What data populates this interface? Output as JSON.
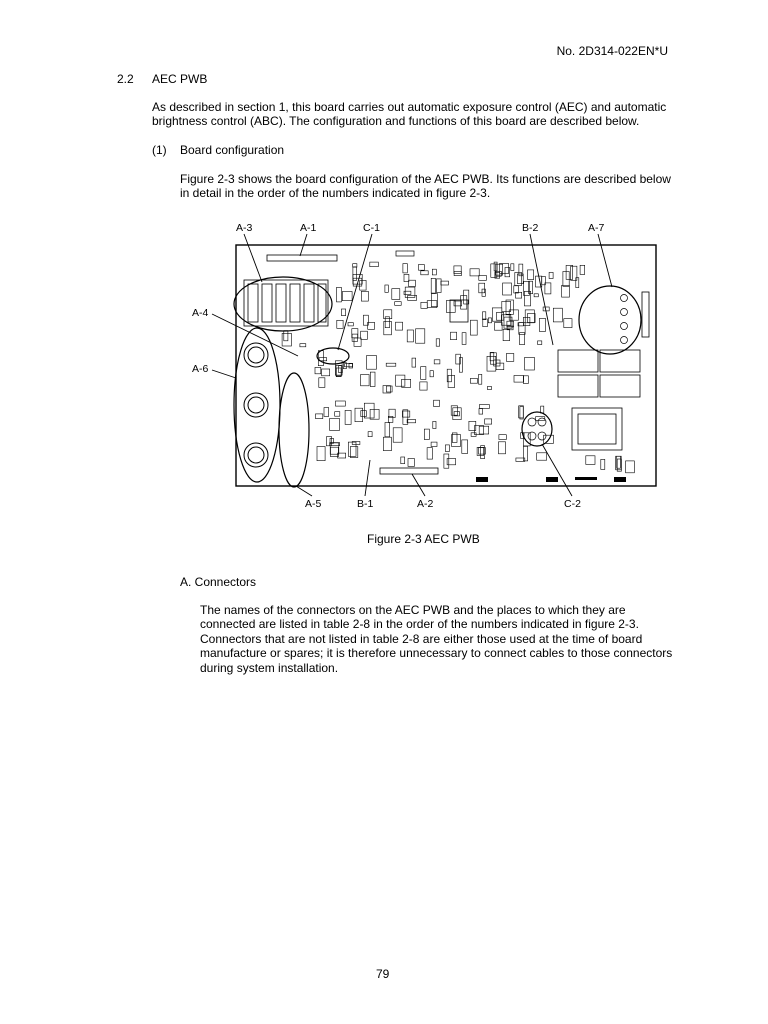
{
  "header": {
    "doc_number": "No. 2D314-022EN*U"
  },
  "section": {
    "number": "2.2",
    "title": "AEC PWB",
    "intro": [
      "As described in section 1, this board carries out automatic exposure control (AEC) and automatic",
      "brightness control (ABC). The configuration and functions of this board are described below."
    ]
  },
  "subsection": {
    "number": "(1)",
    "title": "Board configuration",
    "body": [
      "Figure 2-3 shows the board configuration of the AEC PWB. Its functions are described below",
      "in detail in the order of the numbers indicated in figure 2-3."
    ]
  },
  "figure": {
    "caption": "Figure 2-3  AEC PWB",
    "top_labels": [
      "A-3",
      "A-1",
      "C-1",
      "B-2",
      "A-7"
    ],
    "left_labels": [
      "A-4",
      "A-6"
    ],
    "bottom_labels": [
      "A-5",
      "B-1",
      "A-2",
      "C-2"
    ]
  },
  "part_a": {
    "title": "A.  Connectors",
    "body": [
      "The names of the connectors on the AEC PWB and the places to which they are",
      "connected are listed in table 2-8 in the order of the numbers indicated in figure 2-3.",
      "Connectors that are not listed in table 2-8 are either those used at the time of board",
      "manufacture or spares; it is therefore unnecessary to connect cables to those connectors",
      "during system installation."
    ]
  },
  "footer": {
    "page_number": "79"
  }
}
